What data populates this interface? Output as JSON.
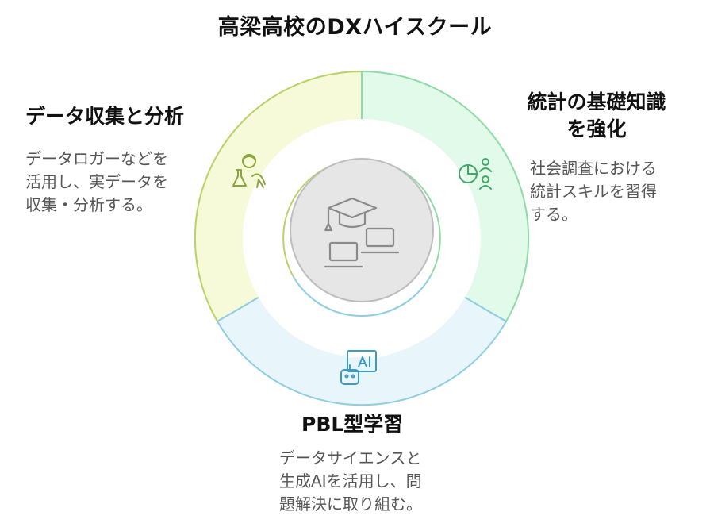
{
  "title": "高梁高校のDXハイスクール",
  "colors": {
    "left_fill": "#F6FAD9",
    "left_stroke": "#B9D268",
    "right_fill": "#E2FAEA",
    "right_stroke": "#8FDBA8",
    "bottom_fill": "#E8F6FC",
    "bottom_stroke": "#8FCDE3",
    "center_fill": "#E6E6E6",
    "center_stroke": "#BDBDBD",
    "icon_left": "#8AA63A",
    "icon_right": "#3FA866",
    "icon_bottom": "#3C9BC2",
    "icon_center": "#8A8A8A",
    "heading": "#111111",
    "desc": "#555555"
  },
  "sections": {
    "left": {
      "heading_lines": [
        "データ収集と分析"
      ],
      "desc_lines": [
        "データロガーなどを",
        "活用し、実データを",
        "収集・分析する。"
      ],
      "icon": "scientist-icon"
    },
    "right": {
      "heading_lines": [
        "統計の基礎知識",
        "を強化"
      ],
      "desc_lines": [
        "社会調査における",
        "統計スキルを習得",
        "する。"
      ],
      "icon": "pie-chart-people-icon"
    },
    "bottom": {
      "heading_lines": [
        "PBL型学習"
      ],
      "desc_lines": [
        "データサイエンスと",
        "生成AIを活用し、問",
        "題解決に取り組む。"
      ],
      "icon": "ai-robot-icon"
    },
    "center": {
      "icon": "graduation-laptops-icon"
    }
  }
}
